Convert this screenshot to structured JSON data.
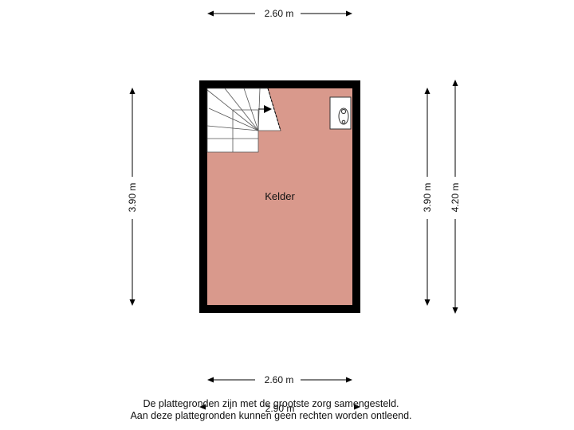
{
  "floorplan": {
    "room_label": "Kelder",
    "room_fill": "#d9998c",
    "wall_color": "#000000",
    "dimensions": {
      "top_width": "2.60 m",
      "bottom_width": "2.60 m",
      "bottom_overlap": "2.90 m",
      "left_height": "3.90 m",
      "right_inner_height": "3.90 m",
      "right_outer_height": "4.20 m"
    },
    "icons": [
      "staircase-icon",
      "boiler-icon",
      "stair-direction-arrow-icon"
    ]
  },
  "disclaimer": {
    "line1": "De plattegronden zijn met de grootste zorg samengesteld.",
    "line2": "Aan deze plattegronden kunnen geen rechten worden ontleend."
  }
}
